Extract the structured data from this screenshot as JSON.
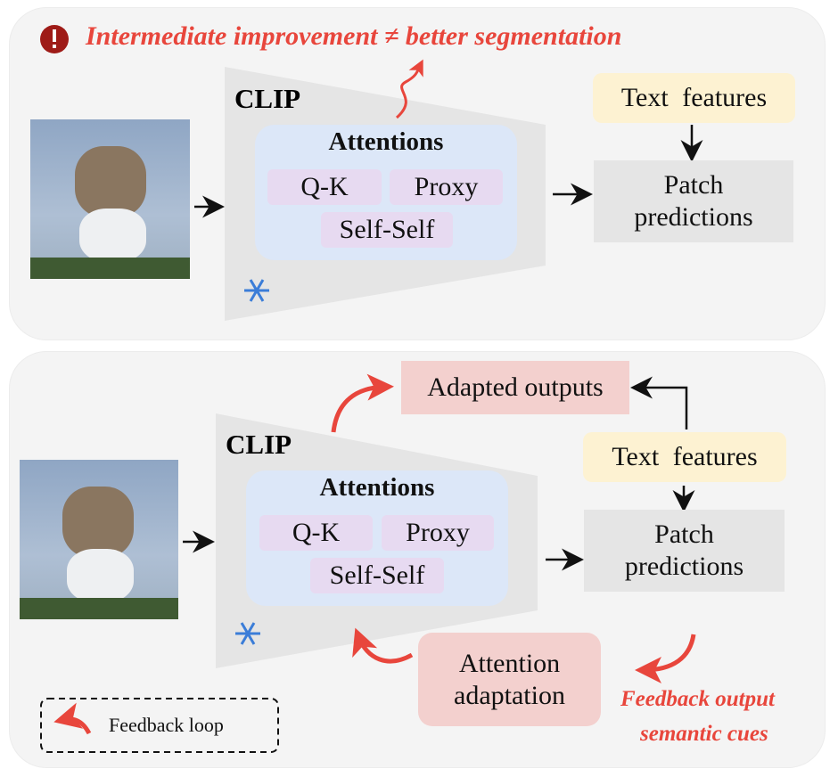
{
  "top": {
    "warning": "Intermediate improvement ≠ better segmentation",
    "clip": "CLIP",
    "attentions": "Attentions",
    "qk": "Q-K",
    "proxy": "Proxy",
    "selfself": "Self-Self",
    "text_features": "Text  features",
    "patch": "Patch predictions"
  },
  "bottom": {
    "adapted": "Adapted outputs",
    "clip": "CLIP",
    "attentions": "Attentions",
    "qk": "Q-K",
    "proxy": "Proxy",
    "selfself": "Self-Self",
    "text_features": "Text  features",
    "patch": "Patch predictions",
    "adaptation": "Attention adaptation",
    "feedback1": "Feedback output",
    "feedback2": "semantic cues",
    "legend": "Feedback loop"
  },
  "colors": {
    "accent": "#e8463c",
    "attention": "#dce7f8",
    "pill": "#e7daf1",
    "text": "#fdf2d2",
    "red_box": "#f3d0ce"
  }
}
